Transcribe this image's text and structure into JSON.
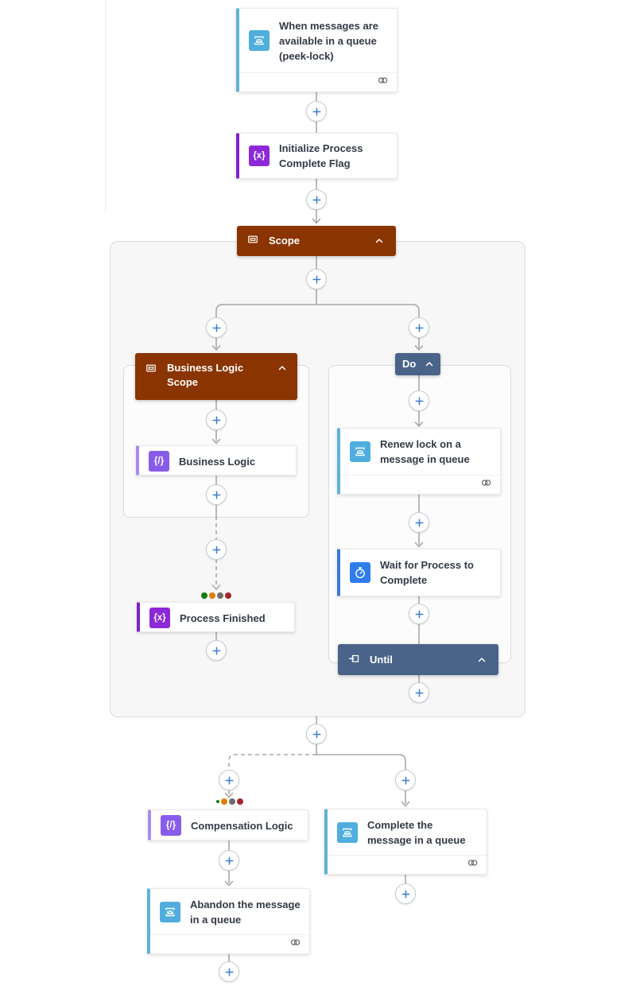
{
  "colors": {
    "sb-accent": "#5FB2D7",
    "sb-icon": "#4FAEDE",
    "var-accent": "#8322C6",
    "var-icon": "#8C28D8",
    "code-accent": "#A98BF2",
    "code-icon": "#875CEB",
    "time-accent": "#3A78DC",
    "time-icon": "#2F7DED",
    "scope-bg": "#8A3400",
    "loop-bg": "#4A6388",
    "plus": "#3B7CD8",
    "edge": "#A8A8A8",
    "title": "#333A45",
    "outer-bg": "#F7F7F8",
    "nested-bg": "#FCFCFC"
  },
  "glyphs": {
    "variable": "{x}",
    "inline_code": "{/}"
  },
  "nodes": {
    "trigger": {
      "label": "When messages are available in a queue (peek-lock)",
      "icon": "service-bus-icon",
      "has_connection": true
    },
    "initialize_flag": {
      "label": "Initialize Process Complete Flag",
      "icon": "variable-icon"
    },
    "scope": {
      "label": "Scope",
      "icon": "scope-icon"
    },
    "business_logic_scope": {
      "label": "Business Logic Scope",
      "icon": "scope-icon"
    },
    "business_logic": {
      "label": "Business Logic",
      "icon": "inline-code-icon"
    },
    "process_finished": {
      "label": "Process Finished",
      "icon": "variable-icon"
    },
    "do": {
      "label": "Do"
    },
    "renew_lock": {
      "label": "Renew lock on a message in queue",
      "icon": "service-bus-icon",
      "has_connection": true
    },
    "wait_for_process": {
      "label": "Wait for Process to Complete",
      "icon": "delay-icon"
    },
    "until": {
      "label": "Until",
      "icon": "until-loop-icon"
    },
    "compensation_logic": {
      "label": "Compensation Logic",
      "icon": "inline-code-icon"
    },
    "complete_message": {
      "label": "Complete the message in a queue",
      "icon": "service-bus-icon",
      "has_connection": true
    },
    "abandon_message": {
      "label": "Abandon the message in a queue",
      "icon": "service-bus-icon",
      "has_connection": true
    }
  },
  "run_after_dots": {
    "process_finished": [
      "#107C10",
      "#DB8000",
      "#6E6E6E",
      "#A4262C"
    ],
    "compensation_logic": [
      "#107C10",
      "#DB8000",
      "#6E6E6E",
      "#A4262C"
    ]
  }
}
